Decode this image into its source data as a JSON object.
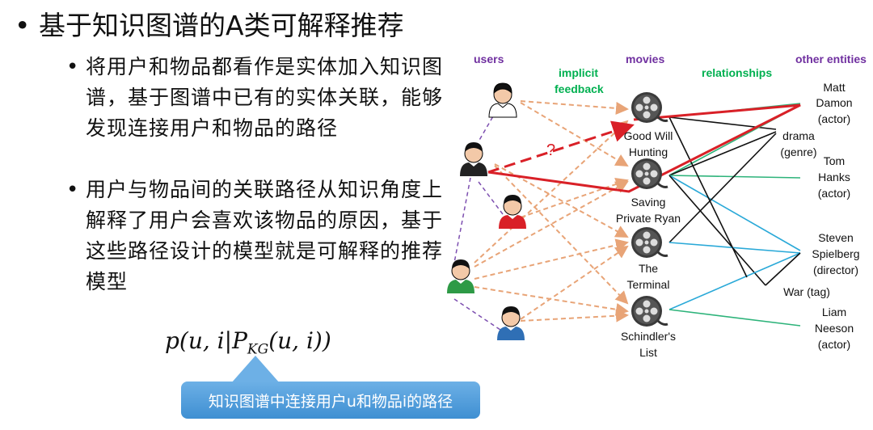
{
  "slide": {
    "title": "基于知识图谱的A类可解释推荐",
    "bullets": [
      "将用户和物品都看作是实体加入知识图谱，基于图谱中已有的实体关联，能够发现连接用户和物品的路径",
      "用户与物品间的关联路径从知识角度上解释了用户会喜欢该物品的原因，基于这些路径设计的模型就是可解释的推荐模型"
    ],
    "formula": {
      "prefix": "p(u, i|P",
      "subscript": "KG",
      "suffix": "(u, i))"
    },
    "callout": "知识图谱中连接用户u和物品i的路径"
  },
  "diagram": {
    "headers": {
      "users": "users",
      "implicit_feedback_1": "implicit",
      "implicit_feedback_2": "feedback",
      "movies": "movies",
      "relationships": "relationships",
      "other_entities": "other entities"
    },
    "question_mark": "?",
    "movies": [
      {
        "line1": "Good Will",
        "line2": "Hunting"
      },
      {
        "line1": "Saving",
        "line2": "Private Ryan"
      },
      {
        "line1": "The",
        "line2": "Terminal"
      },
      {
        "line1": "Schindler's",
        "line2": "List"
      }
    ],
    "entities": {
      "matt": [
        "Matt",
        "Damon",
        "(actor)"
      ],
      "drama": [
        "drama",
        "(genre)"
      ],
      "tom": [
        "Tom",
        "Hanks",
        "(actor)"
      ],
      "steven": [
        "Steven",
        "Spielberg",
        "(director)"
      ],
      "war": [
        "War (tag)"
      ],
      "liam": [
        "Liam",
        "Neeson",
        "(actor)"
      ]
    },
    "colors": {
      "header_purple": "#7030a0",
      "header_green": "#00b050",
      "implicit_orange": "#e8a477",
      "path_red": "#d92027",
      "relation_green": "#2db37a",
      "relation_blue": "#2aa9d8",
      "user_dash": "#7d4fb0"
    }
  }
}
